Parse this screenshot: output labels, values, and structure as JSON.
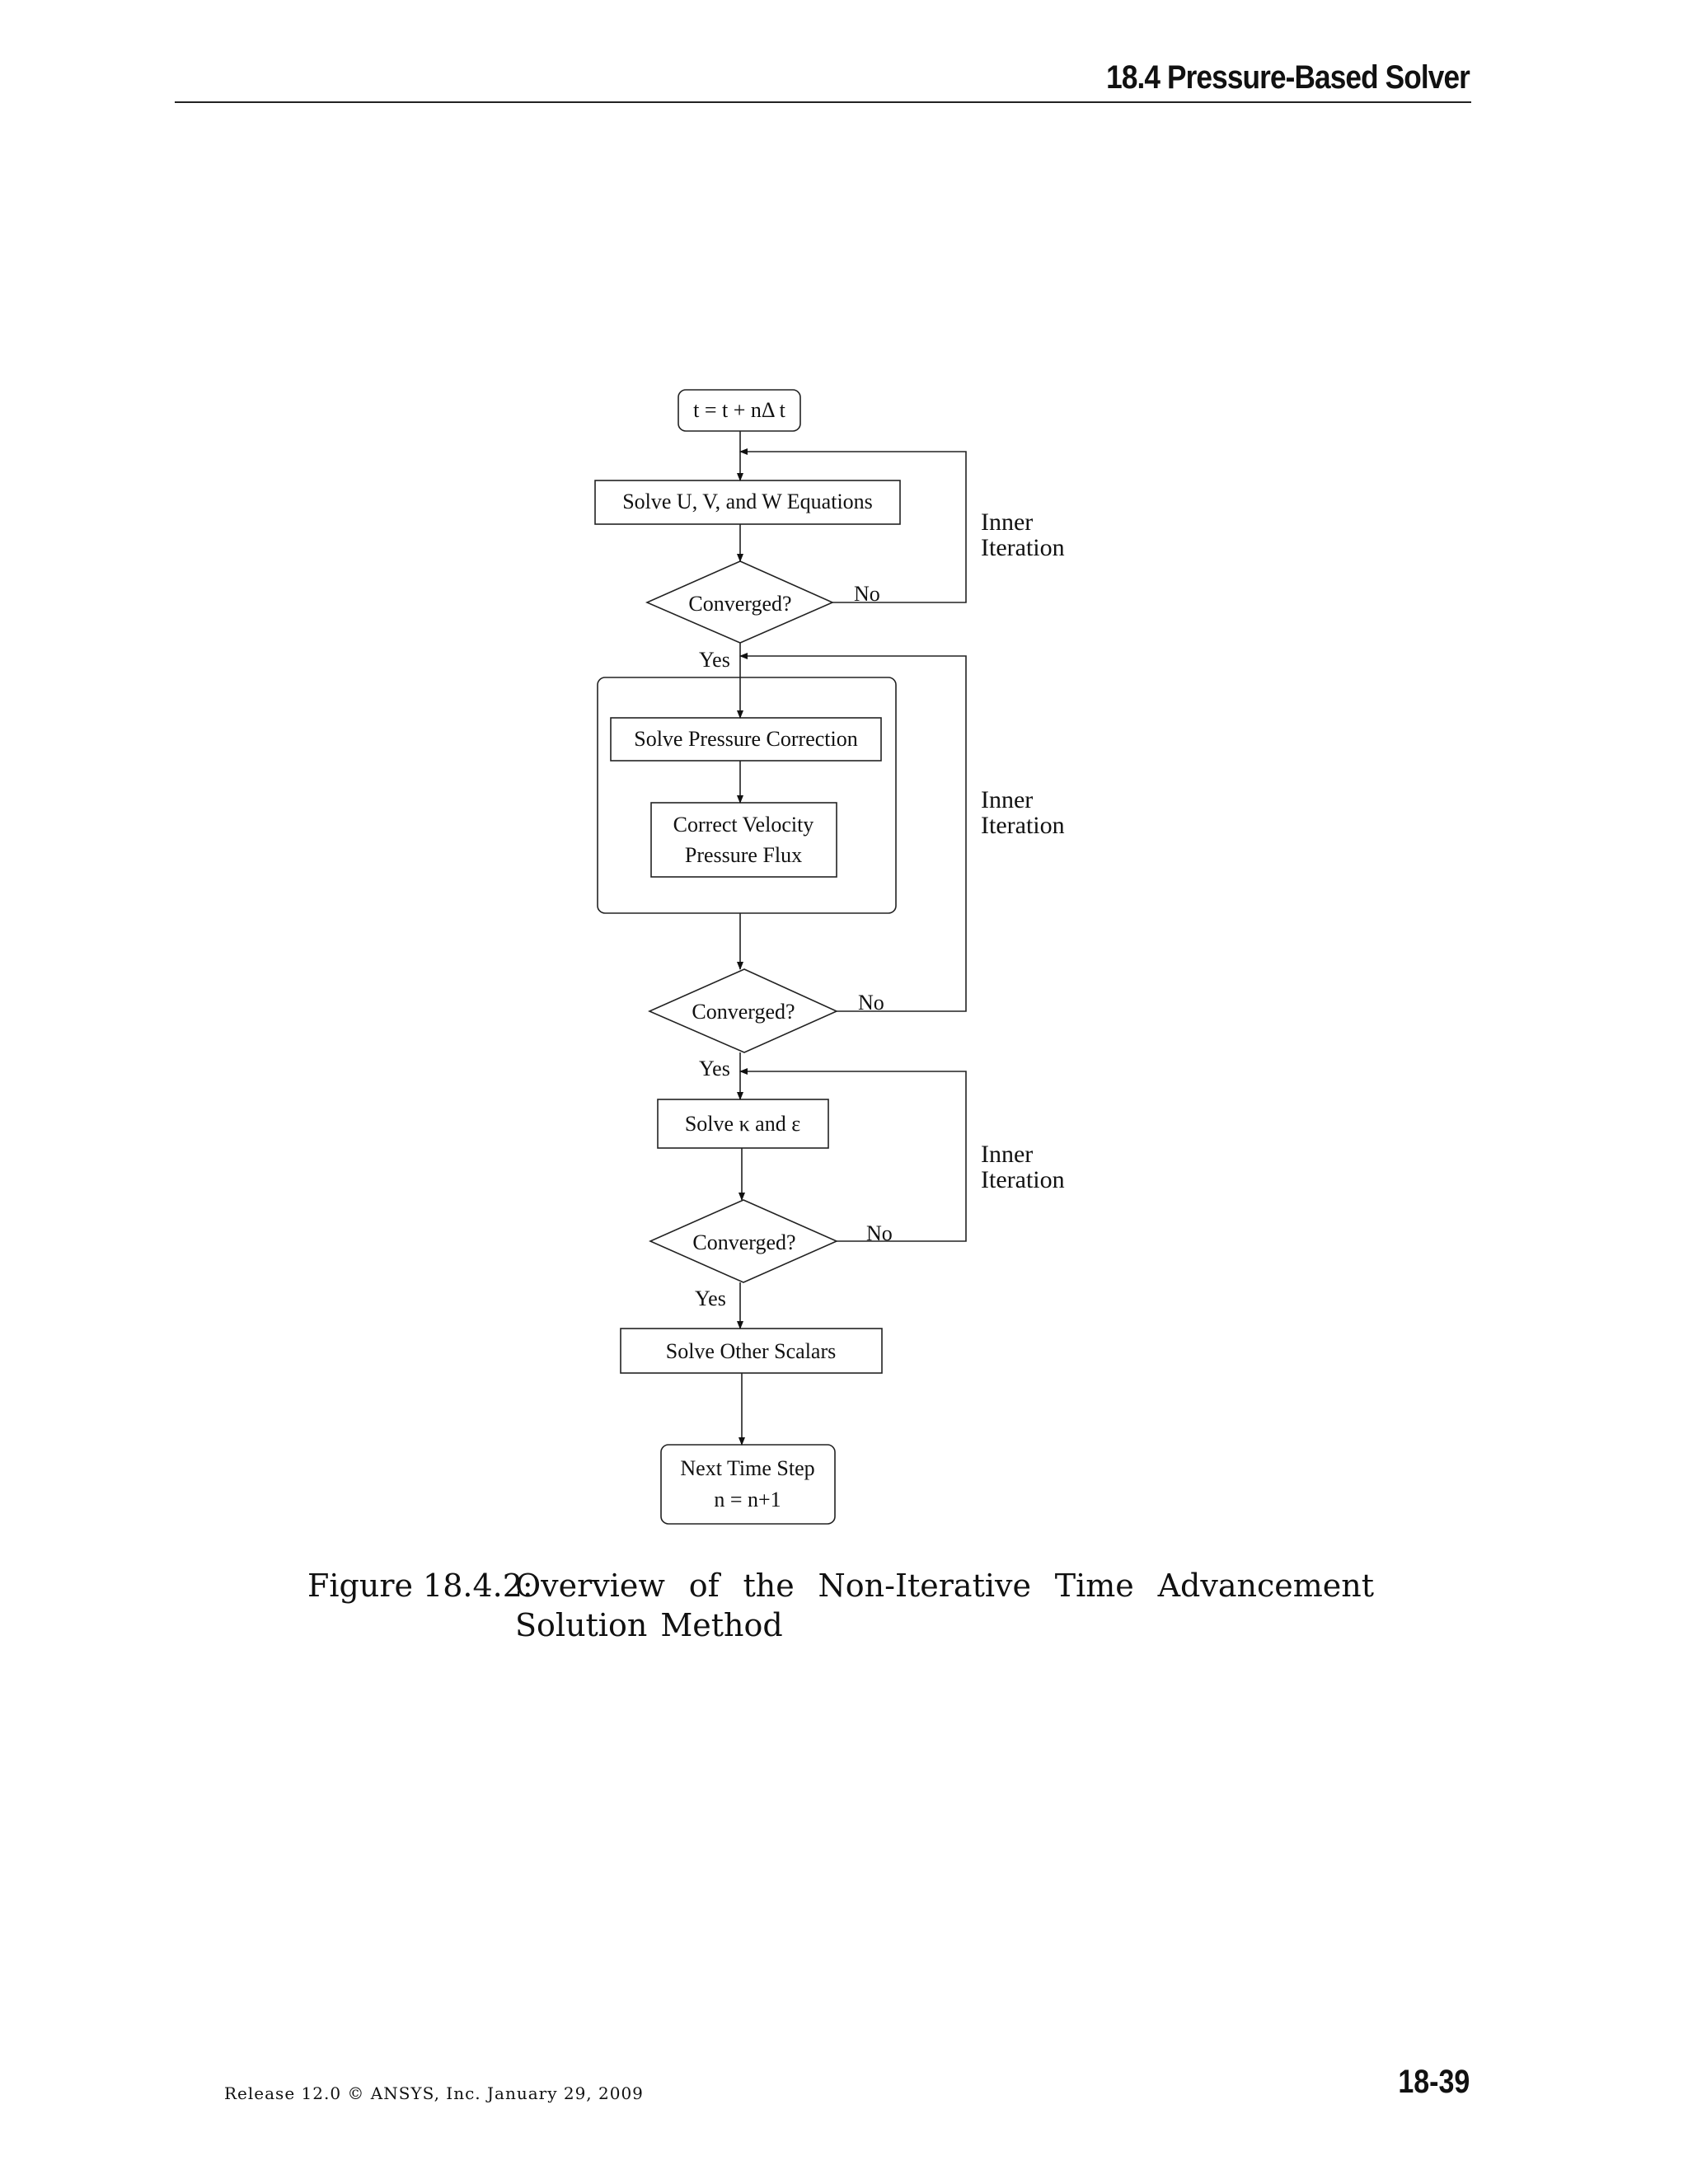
{
  "header": {
    "section_title": "18.4 Pressure-Based Solver"
  },
  "flowchart": {
    "start": "t = t + nΔ t",
    "solve_uvw": "Solve U, V, and W Equations",
    "converged_1": "Converged?",
    "no_1": "No",
    "yes_1": "Yes",
    "inner_iteration_1": [
      "Inner",
      "Iteration"
    ],
    "solve_pressure": "Solve Pressure Correction",
    "correct_velocity": [
      "Correct Velocity",
      "Pressure Flux"
    ],
    "inner_iteration_2": [
      "Inner",
      "Iteration"
    ],
    "converged_2": "Converged?",
    "no_2": "No",
    "yes_2": "Yes",
    "solve_k_eps": "Solve κ and ε",
    "inner_iteration_3": [
      "Inner",
      "Iteration"
    ],
    "converged_3": "Converged?",
    "no_3": "No",
    "yes_3": "Yes",
    "solve_scalars": "Solve Other Scalars",
    "next_step": [
      "Next Time Step",
      "n = n+1"
    ]
  },
  "caption": {
    "label": "Figure 18.4.2:",
    "text": "Overview of the Non-Iterative Time Advancement Solution Method"
  },
  "footer": {
    "release": "Release 12.0 © ANSYS, Inc. January 29, 2009",
    "page_number": "18-39"
  }
}
